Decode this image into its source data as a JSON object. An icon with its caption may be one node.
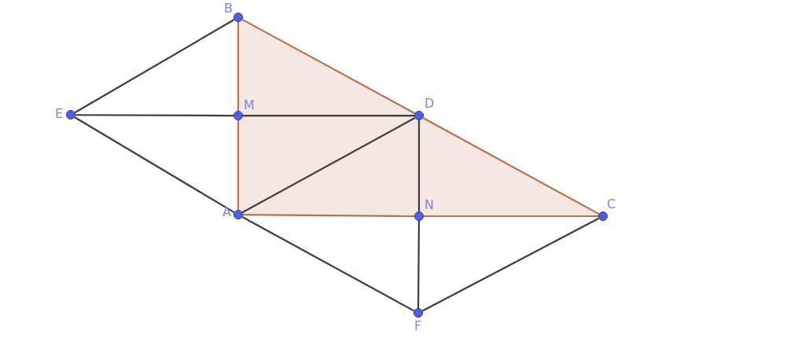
{
  "diagram": {
    "nodes": [
      {
        "text": [
          "B"
        ]
      },
      {
        "text": [
          "E"
        ]
      },
      {
        "text": [
          "M"
        ]
      },
      {
        "text": [
          "D"
        ]
      },
      {
        "text": [
          "A"
        ]
      },
      {
        "text": [
          "N"
        ]
      },
      {
        "text": [
          "C"
        ]
      },
      {
        "text": [
          "F"
        ]
      }
    ],
    "edges": [
      {
        "from": 0,
        "to": 1,
        "arrow": "none"
      },
      {
        "from": 0,
        "to": 2,
        "arrow": "none",
        "color": "#b8714c"
      },
      {
        "from": 0,
        "to": 3,
        "arrow": "none",
        "color": "#b8714c"
      },
      {
        "from": 1,
        "to": 2,
        "arrow": "none"
      },
      {
        "from": 1,
        "to": 4,
        "arrow": "none"
      },
      {
        "from": 2,
        "to": 3,
        "arrow": "none"
      },
      {
        "from": 2,
        "to": 4,
        "arrow": "none",
        "color": "#b8714c"
      },
      {
        "from": 3,
        "to": 4,
        "arrow": "none"
      },
      {
        "from": 3,
        "to": 5,
        "arrow": "none"
      },
      {
        "from": 3,
        "to": 6,
        "arrow": "none",
        "color": "#b8714c"
      },
      {
        "from": 4,
        "to": 5,
        "arrow": "none",
        "color": "#b8714c"
      },
      {
        "from": 4,
        "to": 7,
        "arrow": "none"
      },
      {
        "from": 5,
        "to": 6,
        "arrow": "none",
        "color": "#b8714c"
      },
      {
        "from": 5,
        "to": 7,
        "arrow": "none"
      },
      {
        "from": 6,
        "to": 7,
        "arrow": "none"
      }
    ]
  }
}
